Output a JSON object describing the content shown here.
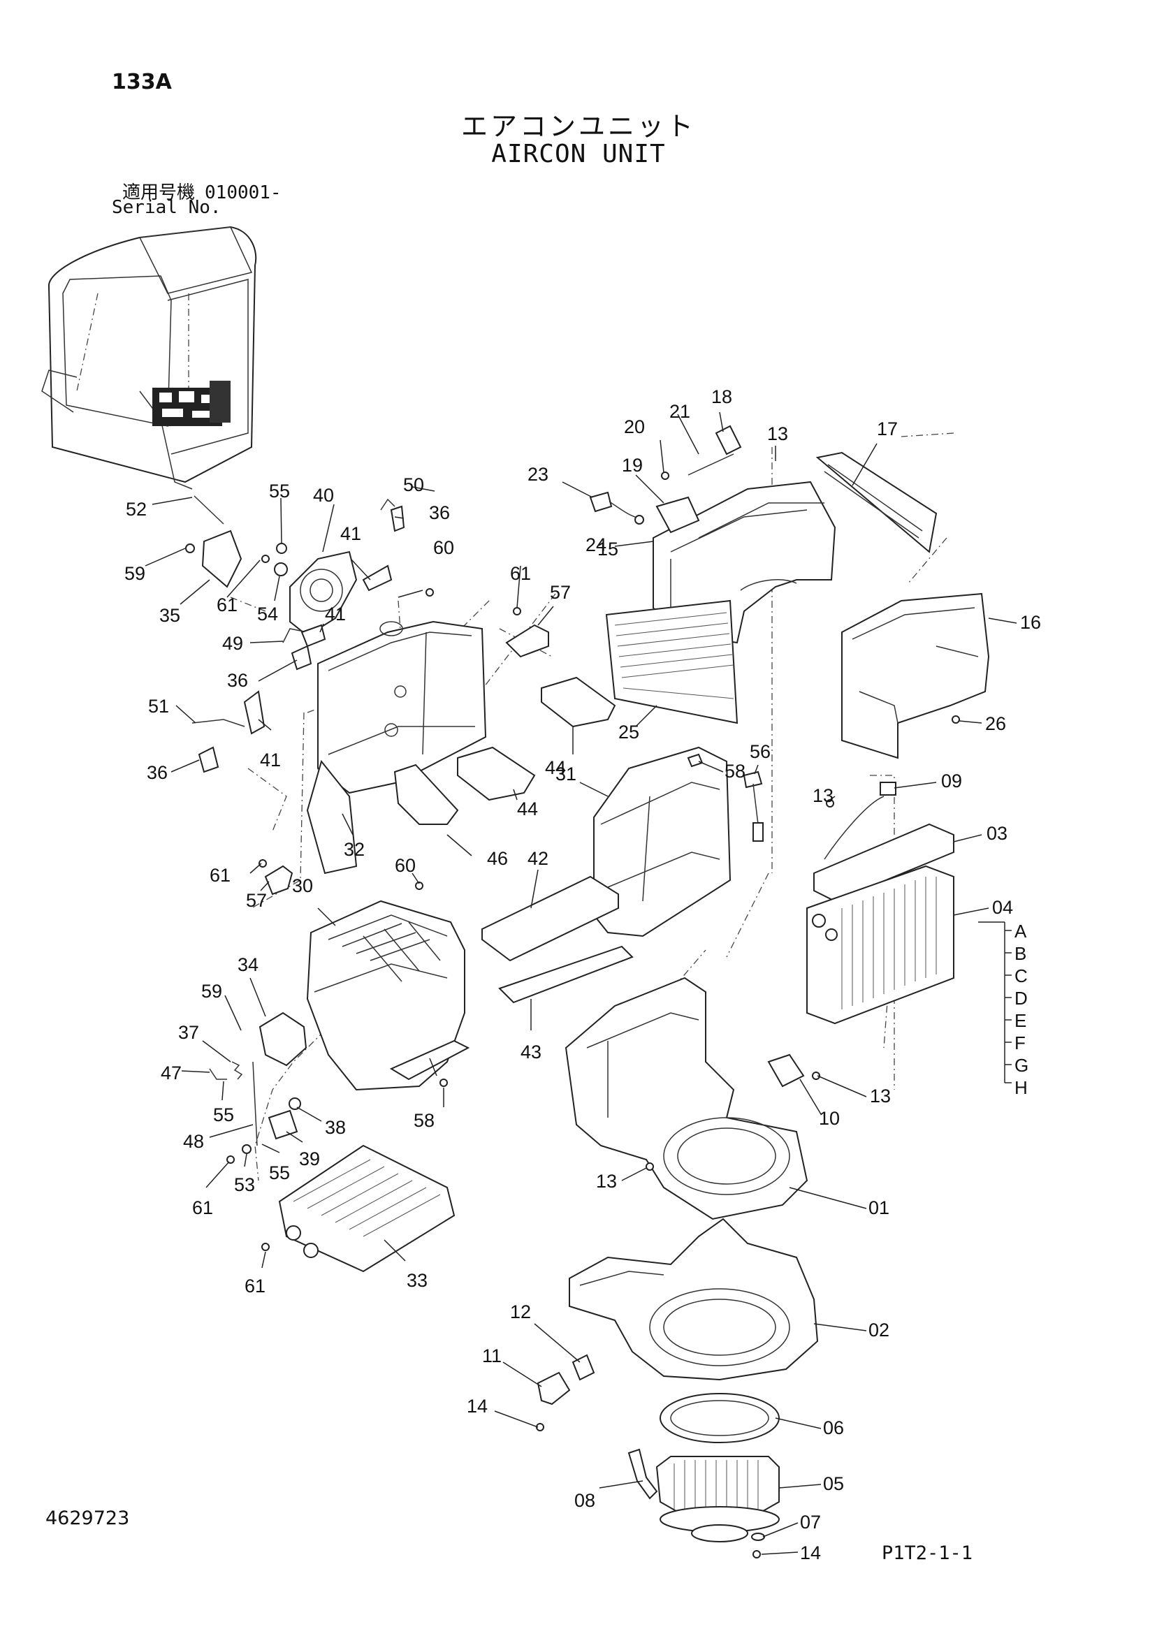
{
  "header": {
    "page_id": "133A",
    "title_jp": "エアコンユニット",
    "title_en": "AIRCON UNIT",
    "serial_label_jp": "適用号機",
    "serial_value": "010001-",
    "serial_label_en": "Serial No."
  },
  "footer": {
    "doc_number": "4629723",
    "page_ref": "P1T2-1-1"
  },
  "callouts": {
    "c01": "01",
    "c02": "02",
    "c03": "03",
    "c04": "04",
    "c05": "05",
    "c06": "06",
    "c07": "07",
    "c08": "08",
    "c09": "09",
    "c10": "10",
    "c11": "11",
    "c12": "12",
    "c13a": "13",
    "c13b": "13",
    "c13c": "13",
    "c13d": "13",
    "c14a": "14",
    "c14b": "14",
    "c15": "15",
    "c16": "16",
    "c17": "17",
    "c18": "18",
    "c19": "19",
    "c20": "20",
    "c21": "21",
    "c23": "23",
    "c24": "24",
    "c25": "25",
    "c26": "26",
    "c30": "30",
    "c31": "31",
    "c32": "32",
    "c33": "33",
    "c34": "34",
    "c35": "35",
    "c36a": "36",
    "c36b": "36",
    "c36c": "36",
    "c37": "37",
    "c38": "38",
    "c39": "39",
    "c40": "40",
    "c41a": "41",
    "c41b": "41",
    "c41c": "41",
    "c42": "42",
    "c43": "43",
    "c44a": "44",
    "c44b": "44",
    "c46": "46",
    "c47": "47",
    "c48": "48",
    "c49": "49",
    "c50": "50",
    "c51": "51",
    "c52": "52",
    "c53": "53",
    "c54": "54",
    "c55a": "55",
    "c55b": "55",
    "c55c": "55",
    "c56": "56",
    "c57a": "57",
    "c57b": "57",
    "c58a": "58",
    "c58b": "58",
    "c59a": "59",
    "c59b": "59",
    "c60a": "60",
    "c60b": "60",
    "c61a": "61",
    "c61b": "61",
    "c61c": "61",
    "c61d": "61",
    "c61e": "61"
  },
  "variants": [
    "A",
    "B",
    "C",
    "D",
    "E",
    "F",
    "G",
    "H"
  ]
}
